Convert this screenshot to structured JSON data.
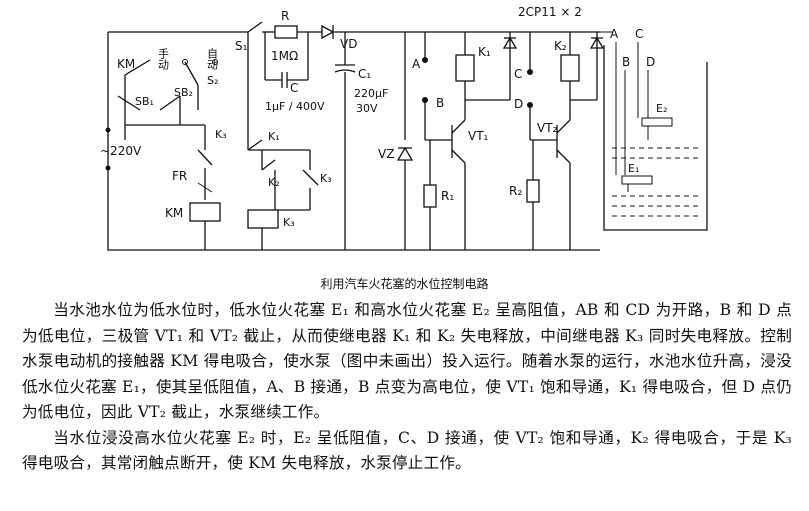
{
  "caption": "利用汽车火花塞的水位控制电路",
  "paragraphs": [
    "当水池水位为低水位时，低水位火花塞 E₁ 和高水位火花塞 E₂ 呈高阻值，AB 和 CD 为开路，B 和 D 点为低电位，三极管 VT₁ 和 VT₂ 截止，从而使继电器 K₁ 和 K₂ 失电释放，中间继电器 K₃ 同时失电释放。控制水泵电动机的接触器 KM 得电吸合，使水泵（图中未画出）投入运行。随着水泵的运行，水池水位升高，浸没低水位火花塞 E₁，使其呈低阻值，A、B 接通，B 点变为高电位，使 VT₁ 饱和导通，K₁ 得电吸合，但 D 点仍为低电位，因此 VT₂ 截止，水泵继续工作。",
    "当水位浸没高水位火花塞 E₂ 时，E₂ 呈低阻值，C、D 接通，使 VT₂ 饱和导通，K₂ 得电吸合，于是 K₃ 得电吸合，其常闭触点断开，使 KM 失电释放，水泵停止工作。"
  ],
  "labels": {
    "km": "KM",
    "manual": "手动",
    "auto": "自动",
    "sb1": "SB₁",
    "sb2": "SB₂",
    "s2": "S₂",
    "k3_contact": "K₃",
    "ac": "~220V",
    "fr": "FR",
    "km_coil": "KM",
    "s1": "S₁",
    "r": "R",
    "r_val": "1MΩ",
    "vd": "VD",
    "c": "C",
    "c_val": "1μF / 400V",
    "k1": "K₁",
    "k2": "K₂",
    "k3b": "K₃",
    "k3_coil": "K₃",
    "c1": "C₁",
    "c1_val": "220μF",
    "c1_v": "30V",
    "diodes": "2CP11 × 2",
    "a": "A",
    "b": "B",
    "c_node": "C",
    "d": "D",
    "vz": "VZ",
    "r1": "R₁",
    "r2": "R₂",
    "vt1": "VT₁",
    "vt2": "VT₂",
    "k1_coil": "K₁",
    "k2_coil": "K₂",
    "tank_a": "A",
    "tank_b": "B",
    "tank_c": "C",
    "tank_d": "D",
    "e1": "E₁",
    "e2": "E₂"
  }
}
